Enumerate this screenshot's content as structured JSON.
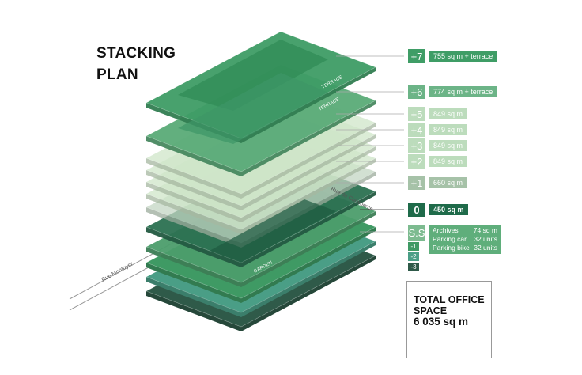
{
  "title": [
    "STACKING",
    "PLAN"
  ],
  "levels": [
    {
      "label": "+7",
      "area": "755 sq m + terrace",
      "color": "#3f9d66",
      "box": "#3f9d66"
    },
    {
      "label": "+6",
      "area": "774 sq m + terrace",
      "color": "#5aab78",
      "box": "#6cb487"
    },
    {
      "label": "+5",
      "area": "849 sq m",
      "color": "#cfe6c9",
      "box": "#bcdcbc"
    },
    {
      "label": "+4",
      "area": "849 sq m",
      "color": "#cfe6c9",
      "box": "#bcdcbc"
    },
    {
      "label": "+3",
      "area": "849 sq m",
      "color": "#cfe6c9",
      "box": "#bcdcbc"
    },
    {
      "label": "+2",
      "area": "849 sq m",
      "color": "#cfe6c9",
      "box": "#bcdcbc"
    },
    {
      "label": "+1",
      "area": "660 sq m",
      "color": "#c3d6c3",
      "box": "#a6c2a8"
    },
    {
      "label": "0",
      "area": "450 sq m",
      "color": "#2c7152",
      "box": "#1f6b4a"
    }
  ],
  "basement": {
    "label": "S.S",
    "rows": [
      {
        "name": "Archives",
        "value": "74 sq m"
      },
      {
        "name": "Parking car",
        "value": "32 units"
      },
      {
        "name": "Parking bike",
        "value": "32 units"
      }
    ],
    "sublevels": [
      {
        "label": "-1",
        "color": "#3f9a64"
      },
      {
        "label": "-2",
        "color": "#4a9e86"
      },
      {
        "label": "-3",
        "color": "#2f5a49"
      }
    ],
    "color": "#4c9e6c",
    "box": "#7dbb90"
  },
  "annotations": {
    "terrace": "TERRACE",
    "garden": "GARDEN",
    "street1": "Rue Montoyer",
    "street2": "Rue du Commerce"
  },
  "total": {
    "line1": "TOTAL OFFICE",
    "line2": "SPACE",
    "value": "6 035 sq m"
  }
}
